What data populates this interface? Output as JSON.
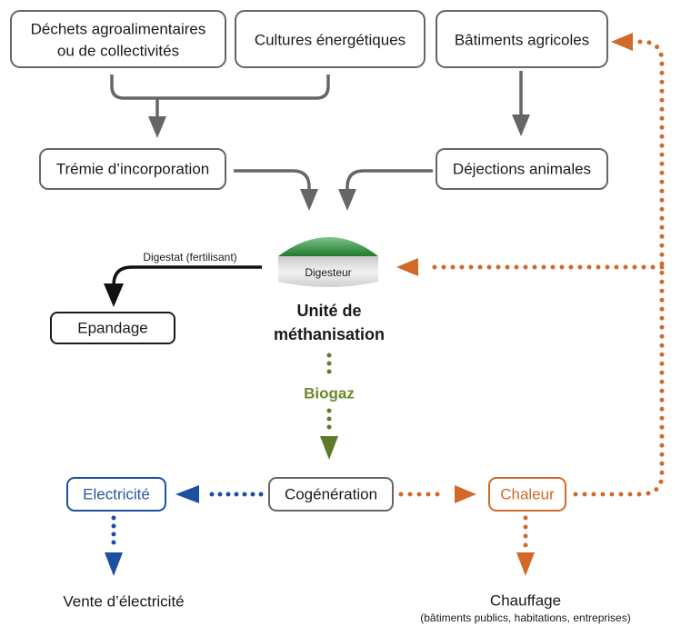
{
  "diagram": {
    "nodes": {
      "dechets_line1": "Déchets agroalimentaires",
      "dechets_line2": "ou de collectivités",
      "cultures": "Cultures énergétiques",
      "batiments": "Bâtiments agricoles",
      "tremie": "Trémie d’incorporation",
      "dejections": "Déjections animales",
      "digesteur": "Digesteur",
      "unite_line1": "Unité de",
      "unite_line2": "méthanisation",
      "epandage": "Epandage",
      "cogeneration": "Cogénération",
      "electricite": "Electricité",
      "chaleur": "Chaleur",
      "vente": "Vente d’électricité",
      "chauffage": "Chauffage",
      "chauffage_detail": "(bâtiments publics, habitations, entreprises)"
    },
    "edge_labels": {
      "digestat": "Digestat (fertilisant)",
      "biogaz": "Biogaz"
    },
    "colors": {
      "gray_flow": "#666666",
      "digestat_flow": "#111111",
      "biogaz_flow": "#5e7a2a",
      "electricity_flow": "#1d4fa0",
      "heat_flow": "#d0692a",
      "digester_dome": "#3a9a40"
    }
  }
}
